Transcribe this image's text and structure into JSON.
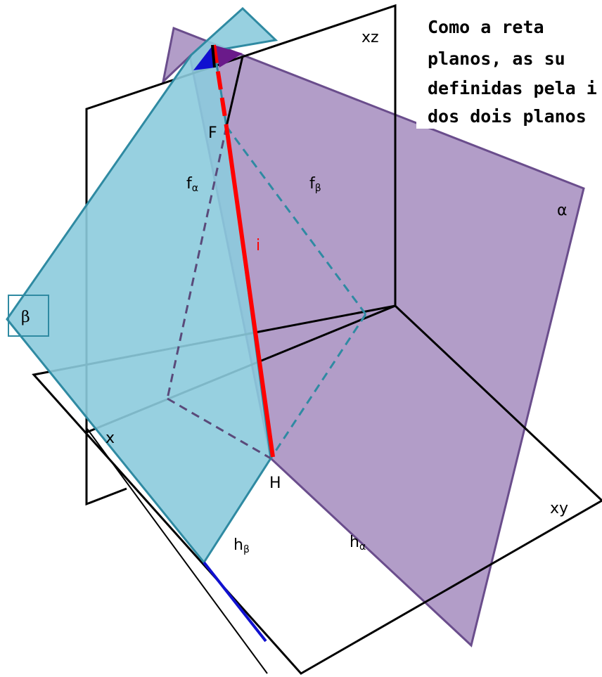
{
  "labels": {
    "xz": "xz",
    "xy": "xy",
    "x": "x",
    "F": "F",
    "H": "H",
    "i": "i",
    "f_alpha": "f",
    "f_alpha_sub": "α",
    "f_beta": "f",
    "f_beta_sub": "β",
    "h_alpha": "h",
    "h_alpha_sub": "α",
    "h_beta": "h",
    "h_beta_sub": "β",
    "alpha": "α",
    "beta": "β"
  },
  "callout": {
    "lines": [
      "Como a reta",
      "planos, as su",
      "definidas pela i",
      "dos dois planos"
    ]
  },
  "colors": {
    "plane_alpha": "#a78fc0",
    "plane_beta": "#8ccbdd",
    "intersection_line": "#ff0000",
    "trace_alpha": "#6a4d8c",
    "trace_beta": "#2f8aa2",
    "frame": "#000000"
  }
}
